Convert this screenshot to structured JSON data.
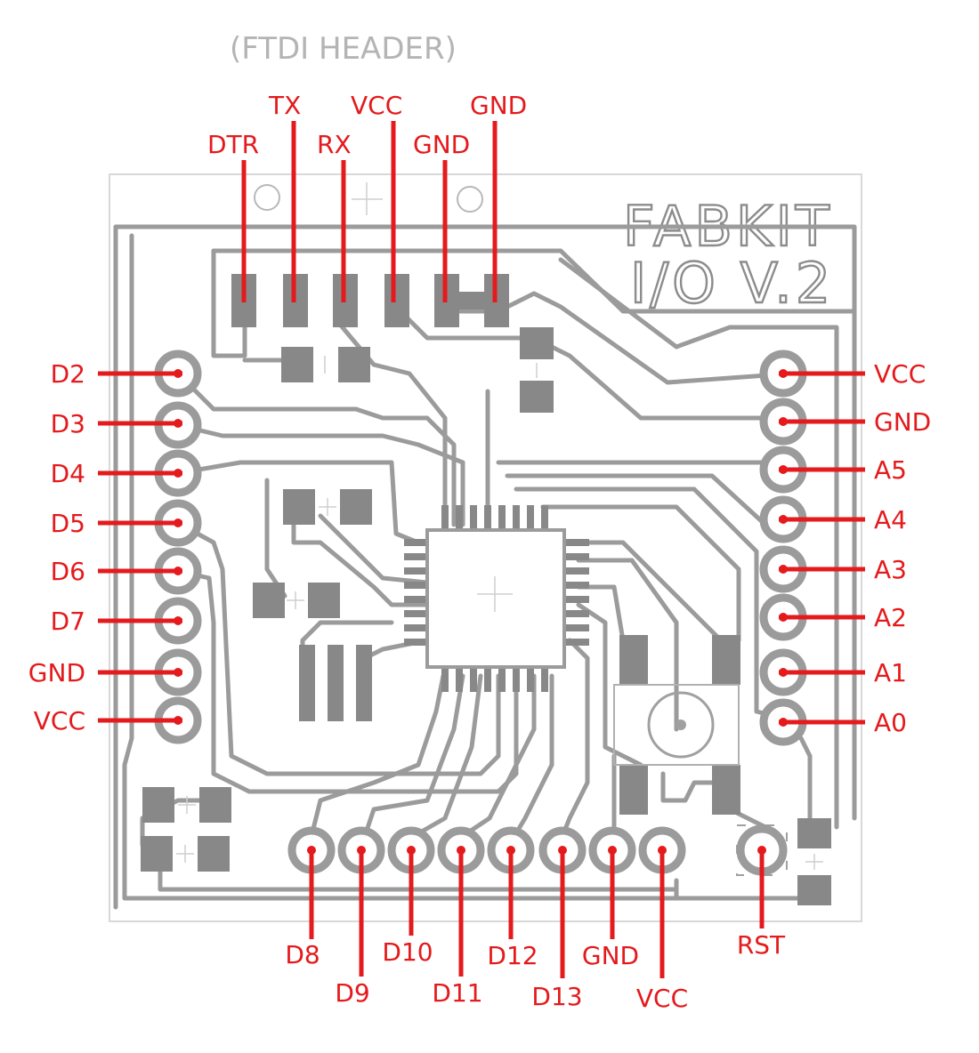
{
  "header_label": "(FTDI HEADER)",
  "brand": {
    "line1": "FABKIT",
    "line2": "I/O V.2"
  },
  "ftdi_pins": [
    "DTR",
    "TX",
    "RX",
    "VCC",
    "GND",
    "GND"
  ],
  "left_pins": [
    "D2",
    "D3",
    "D4",
    "D5",
    "D6",
    "D7",
    "GND",
    "VCC"
  ],
  "right_pins": [
    "VCC",
    "GND",
    "A5",
    "A4",
    "A3",
    "A2",
    "A1",
    "A0"
  ],
  "bottom_pins": [
    "D8",
    "D9",
    "D10",
    "D11",
    "D12",
    "D13",
    "GND",
    "VCC"
  ],
  "reset_label": "RST",
  "colors": {
    "label": "#e41a1c",
    "trace": "#9b9b9b",
    "pad": "#888888",
    "outline": "#d8d8d8",
    "header": "#b4b4b4"
  }
}
